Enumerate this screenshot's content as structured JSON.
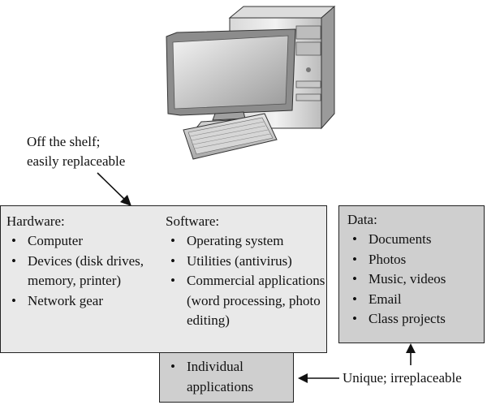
{
  "annotations": {
    "off_shelf_line1": "Off the shelf;",
    "off_shelf_line2": "easily replaceable",
    "unique": "Unique; irreplaceable"
  },
  "hardware": {
    "title": "Hardware:",
    "items": [
      "Computer",
      "Devices (disk drives, memory, printer)",
      "Network gear"
    ]
  },
  "software": {
    "title": "Software:",
    "items": [
      "Operating system",
      "Utilities (antivirus)",
      "Commercial applications (word processing, photo editing)"
    ]
  },
  "individual": {
    "items": [
      "Individual applications"
    ]
  },
  "data": {
    "title": "Data:",
    "items": [
      "Documents",
      "Photos",
      "Music, videos",
      "Email",
      "Class projects"
    ]
  }
}
